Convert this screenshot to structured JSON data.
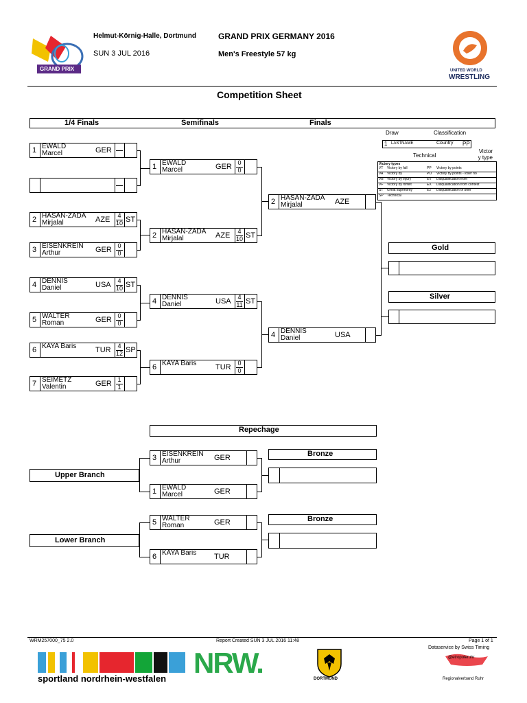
{
  "header": {
    "venue": "Helmut-Körnig-Halle, Dortmund",
    "date": "SUN 3 JUL 2016",
    "event": "GRAND PRIX GERMANY 2016",
    "category": "Men's Freestyle 57 kg",
    "gp_logo_text": "GRAND PRIX",
    "uww_line1": "UNITED WORLD",
    "uww_line2": "WRESTLING"
  },
  "sheet_title": "Competition Sheet",
  "rounds": {
    "r1": "1/4 Finals",
    "r2": "Semifinals",
    "r3": "Finals"
  },
  "legend": {
    "draw": "Draw",
    "classification": "Classification",
    "sample_seed": "1",
    "sample_name": "LASTNAME",
    "sample_country": "Country",
    "sample_pp": "PP",
    "technical": "Technical",
    "victory_type": "Victor\ny type",
    "victory_types_title": "Victory types",
    "items": [
      {
        "code": "VT",
        "desc": "Victory by fall",
        "code2": "PP",
        "desc2": "Victory by points"
      },
      {
        "code": "VA",
        "desc": "Victory by",
        "code2": "PO",
        "desc2": "Victory by points - loser no"
      },
      {
        "code": "VB",
        "desc": "Victory by injury",
        "code2": "EV",
        "desc2": "Disqualification from"
      },
      {
        "code": "VF",
        "desc": "Victory by forfeit",
        "code2": "EX",
        "desc2": "Disqualification from contest"
      },
      {
        "code": "ST",
        "desc": "Great superiority",
        "code2": "E2",
        "desc2": "Disqualification of both"
      },
      {
        "code": "SP",
        "desc": "Technical",
        "code2": "",
        "desc2": ""
      }
    ]
  },
  "qf": [
    {
      "seed": "1",
      "last": "EWALD",
      "first": "Marcel",
      "country": "GER",
      "s1": "",
      "s2": "",
      "vt": ""
    },
    {
      "seed": "",
      "last": "",
      "first": "",
      "country": "",
      "s1": "",
      "s2": "",
      "vt": ""
    },
    {
      "seed": "2",
      "last": "HASAN-ZADA",
      "first": "Mirjalal",
      "country": "AZE",
      "s1": "4",
      "s2": "10",
      "vt": "ST"
    },
    {
      "seed": "3",
      "last": "EISENKREIN",
      "first": "Arthur",
      "country": "GER",
      "s1": "0",
      "s2": "0",
      "vt": ""
    },
    {
      "seed": "4",
      "last": "DENNIS",
      "first": "Daniel",
      "country": "USA",
      "s1": "4",
      "s2": "10",
      "vt": "ST"
    },
    {
      "seed": "5",
      "last": "WALTER",
      "first": "Roman",
      "country": "GER",
      "s1": "0",
      "s2": "0",
      "vt": ""
    },
    {
      "seed": "6",
      "last": "KAYA Baris",
      "first": "",
      "country": "TUR",
      "s1": "4",
      "s2": "12",
      "vt": "SP"
    },
    {
      "seed": "7",
      "last": "SEIMETZ",
      "first": "Valentin",
      "country": "GER",
      "s1": "1",
      "s2": "1",
      "vt": ""
    }
  ],
  "sf": [
    {
      "seed": "1",
      "last": "EWALD",
      "first": "Marcel",
      "country": "GER",
      "s1": "0",
      "s2": "0",
      "vt": ""
    },
    {
      "seed": "2",
      "last": "HASAN-ZADA",
      "first": "Mirjalal",
      "country": "AZE",
      "s1": "4",
      "s2": "10",
      "vt": "ST"
    },
    {
      "seed": "4",
      "last": "DENNIS",
      "first": "Daniel",
      "country": "USA",
      "s1": "4",
      "s2": "11",
      "vt": "ST"
    },
    {
      "seed": "6",
      "last": "KAYA Baris",
      "first": "",
      "country": "TUR",
      "s1": "0",
      "s2": "0",
      "vt": ""
    }
  ],
  "final": [
    {
      "seed": "2",
      "last": "HASAN-ZADA",
      "first": "Mirjalal",
      "country": "AZE"
    },
    {
      "seed": "4",
      "last": "DENNIS",
      "first": "Daniel",
      "country": "USA"
    }
  ],
  "medals": {
    "gold": "Gold",
    "silver": "Silver",
    "bronze1": "Bronze",
    "bronze2": "Bronze"
  },
  "repechage": {
    "title": "Repechage",
    "upper": "Upper Branch",
    "lower": "Lower Branch",
    "upper_entries": [
      {
        "seed": "3",
        "last": "EISENKREIN",
        "first": "Arthur",
        "country": "GER"
      },
      {
        "seed": "1",
        "last": "EWALD",
        "first": "Marcel",
        "country": "GER"
      }
    ],
    "lower_entries": [
      {
        "seed": "5",
        "last": "WALTER",
        "first": "Roman",
        "country": "GER"
      },
      {
        "seed": "6",
        "last": "KAYA Baris",
        "first": "",
        "country": "TUR"
      }
    ]
  },
  "footer": {
    "code": "WRM257000_75 2.0",
    "report": "Report Created  SUN 3 JUL 2016 11:48",
    "page": "Page 1 of 1",
    "datasvc": "Dataservice by Swiss Timing",
    "sportland": "sportland nordrhein-westfalen",
    "nrw": "NRW.",
    "dortmund": "DORTMUND",
    "metro": "@etropoleruhr",
    "rvr": "Regionalverband Ruhr"
  },
  "colors": {
    "stripe": [
      "#3aa0d8",
      "#f2c200",
      "#e6262e",
      "#e6262e",
      "#13a538",
      "#111111",
      "#3aa0d8"
    ],
    "nrw_green": "#2aa84a",
    "uww_orange": "#e8732c"
  }
}
